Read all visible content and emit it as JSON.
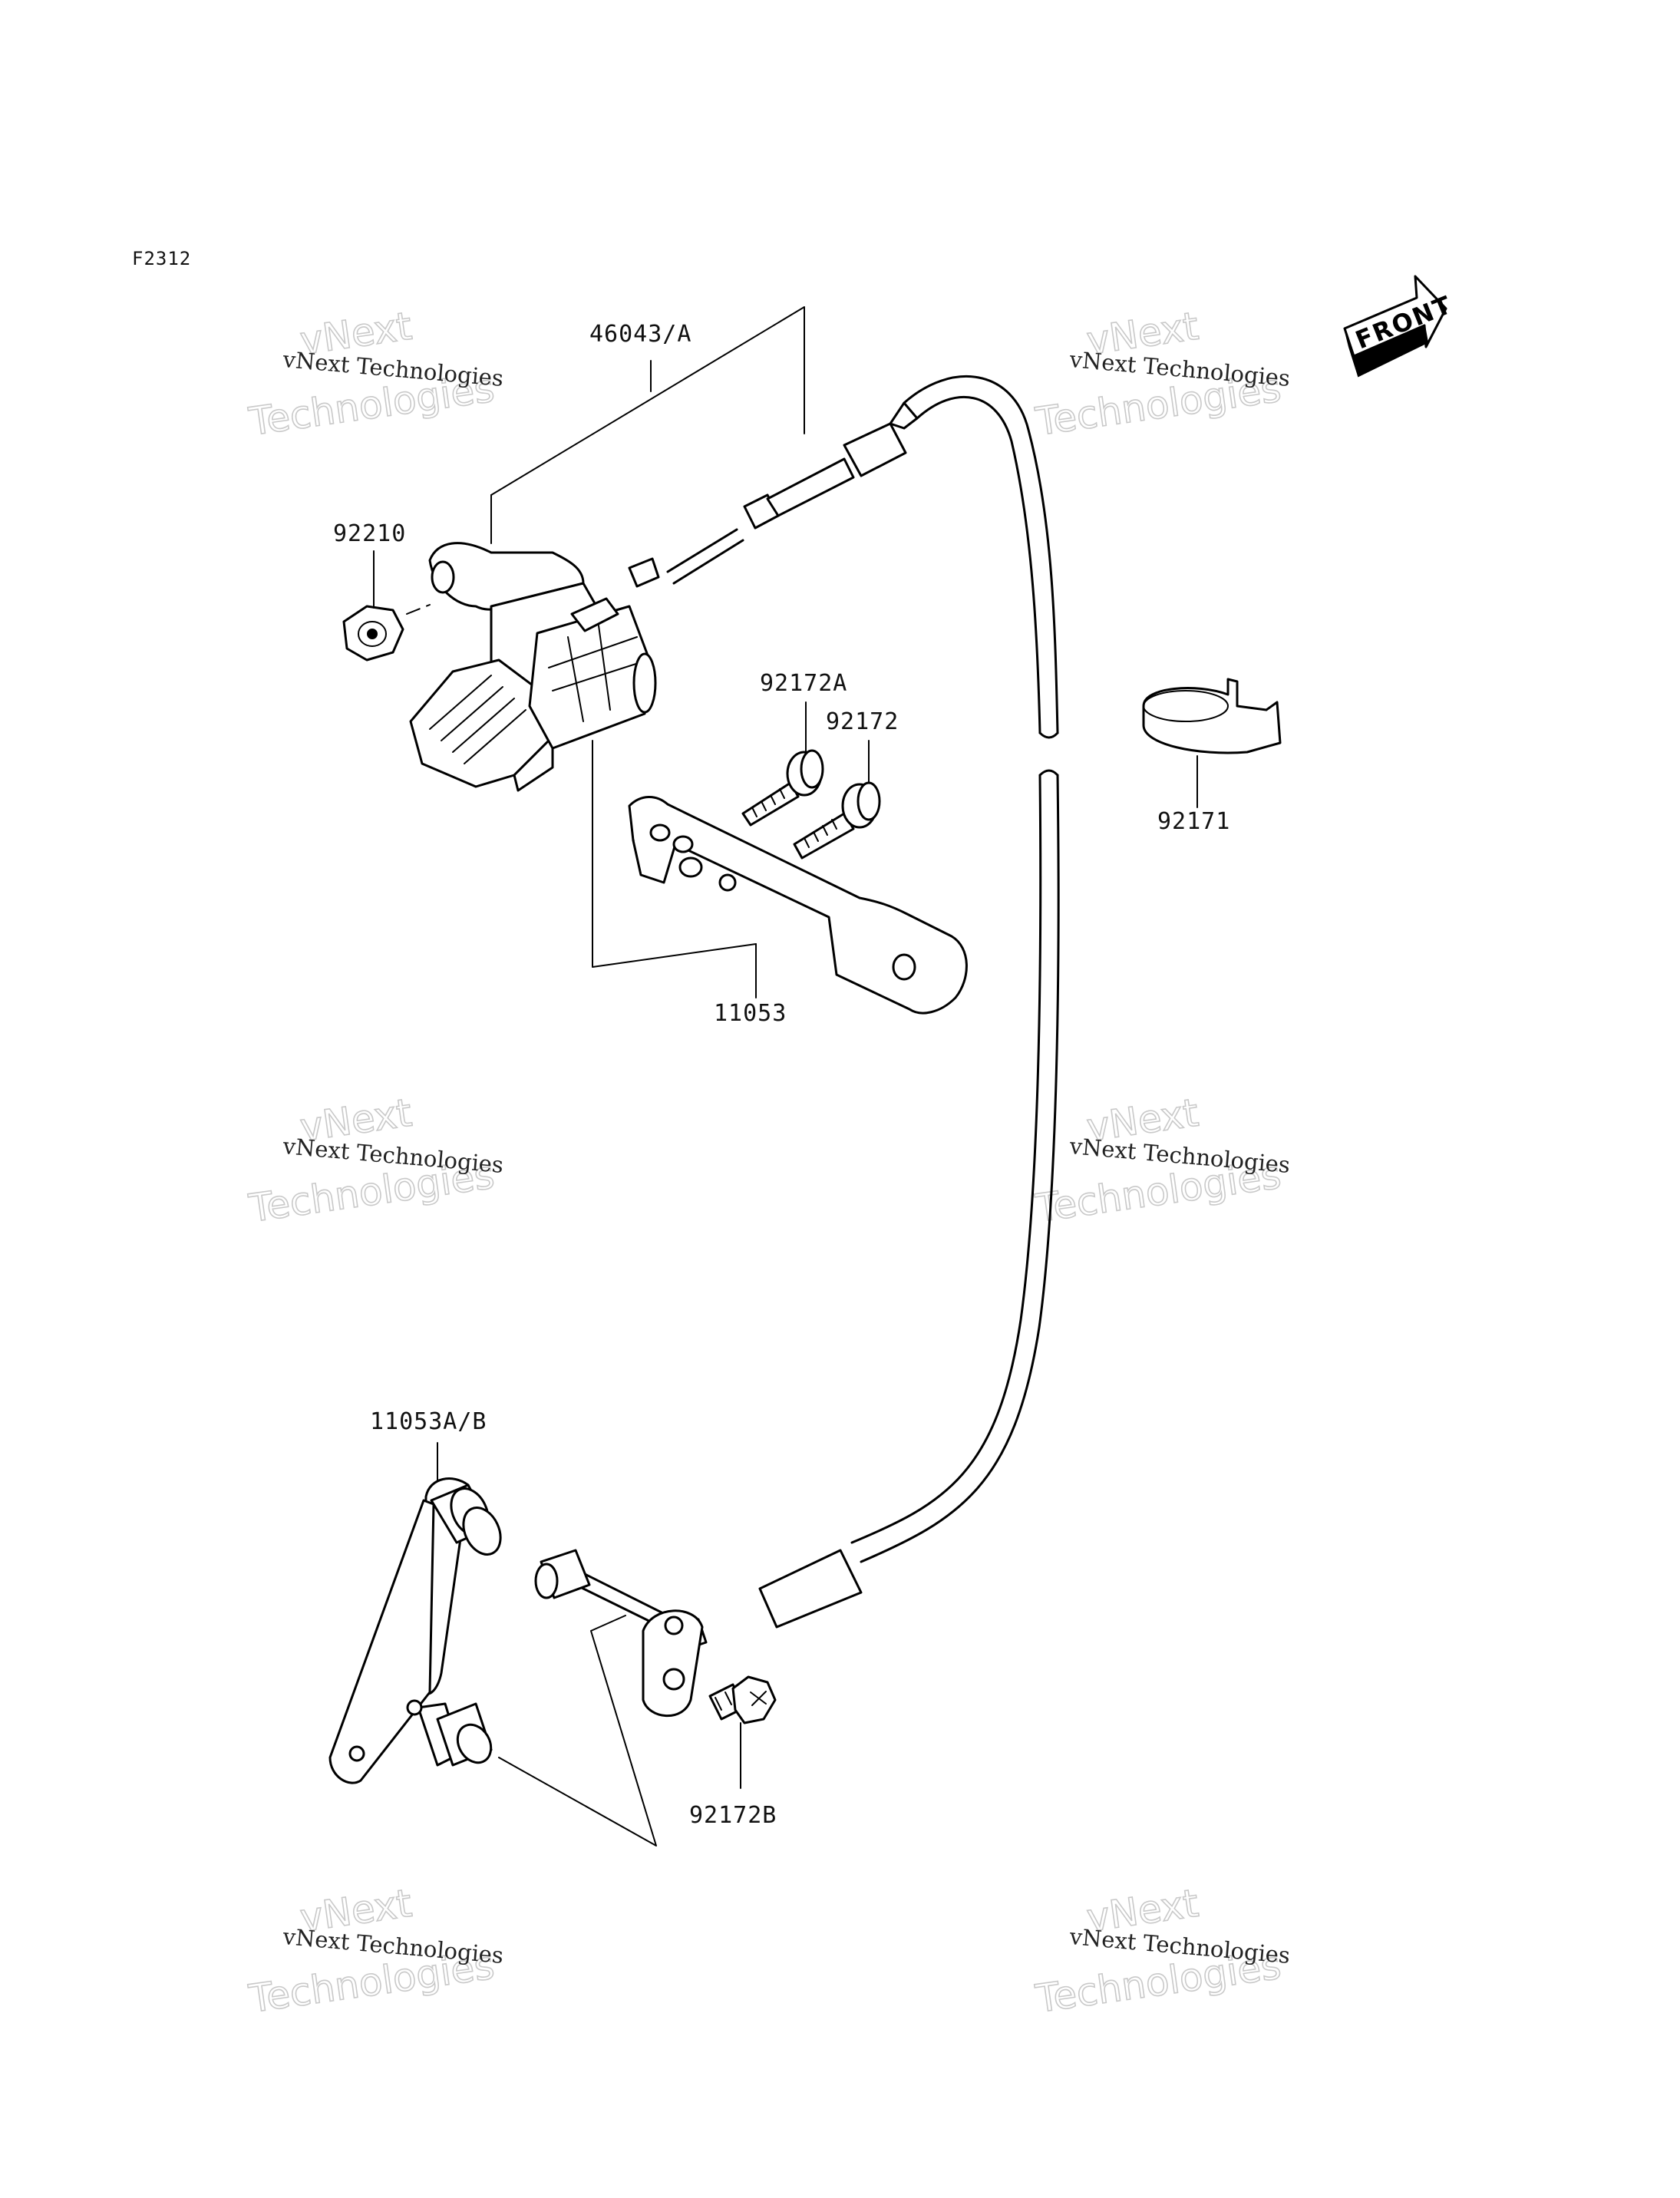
{
  "figure_code": "F2312",
  "front_label": "FRONT",
  "parts": {
    "p46043": "46043/A",
    "p92210": "92210",
    "p92172A": "92172A",
    "p92172": "92172",
    "p92171": "92171",
    "p11053": "11053",
    "p11053AB": "11053A/B",
    "p92172B": "92172B"
  },
  "watermark": {
    "line_small": "vNext Technologies",
    "line_big_1": "vNext",
    "line_big_2": "Technologies"
  }
}
